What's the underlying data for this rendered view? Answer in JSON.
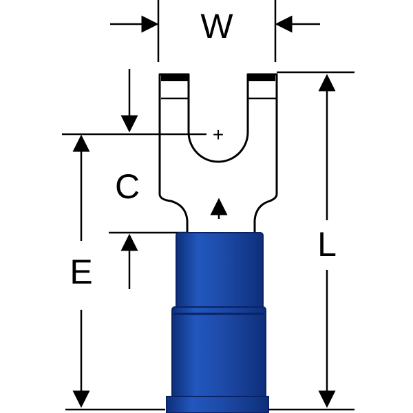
{
  "labels": {
    "w": "W",
    "c": "C",
    "e": "E",
    "l": "L"
  },
  "marks": {
    "center": "+"
  },
  "colors": {
    "insulator": "#1d4aa8",
    "insulator_dark": "#0d2f7a",
    "insulator_light": "#3a6fd0",
    "line": "#000000",
    "tab": "#000000"
  }
}
